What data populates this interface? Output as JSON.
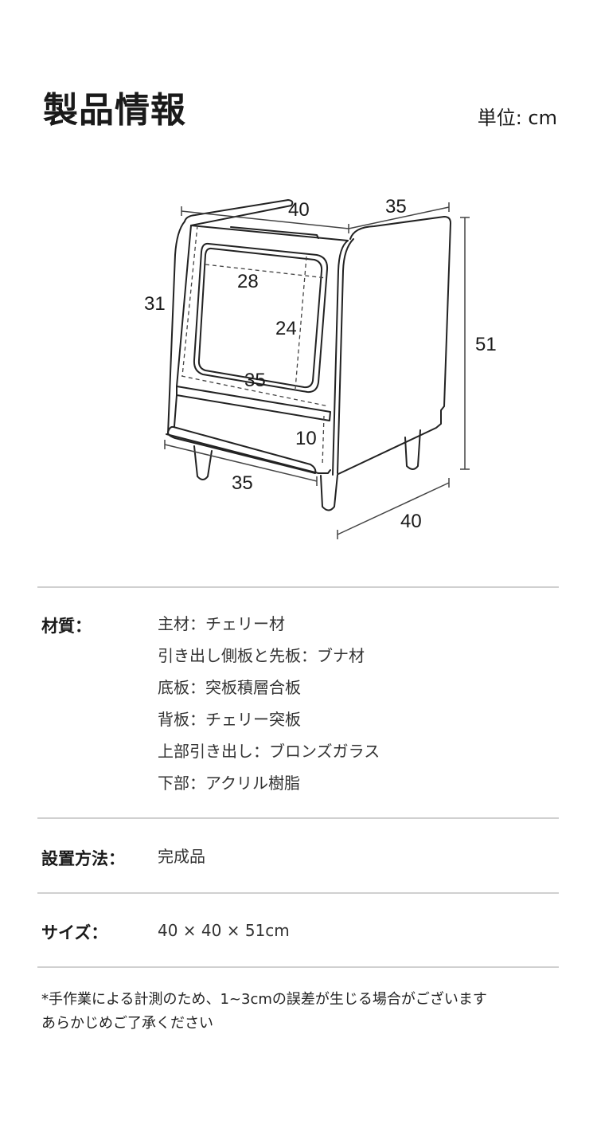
{
  "header": {
    "title": "製品情報",
    "unit": "単位: cm"
  },
  "diagram": {
    "dims": {
      "top_width": "40",
      "top_depth": "35",
      "height_total": "51",
      "upper_height": "31",
      "inner_width": "28",
      "inner_height": "24",
      "inner_depth": "35",
      "drawer_height": "10",
      "base_width": "35",
      "base_depth": "40"
    }
  },
  "specs": {
    "materials": {
      "label": "材質：",
      "items": [
        "主材：チェリー材",
        "引き出し側板と先板：ブナ材",
        "底板：突板積層合板",
        "背板：チェリー突板",
        "上部引き出し：ブロンズガラス",
        "下部：アクリル樹脂"
      ]
    },
    "installation": {
      "label": "設置方法：",
      "value": "完成品"
    },
    "size": {
      "label": "サイズ：",
      "value": "40 × 40 × 51cm"
    }
  },
  "note": {
    "line1": "*手作業による計測のため、1~3cmの誤差が生じる場合がございます",
    "line2": "あらかじめご了承ください"
  }
}
